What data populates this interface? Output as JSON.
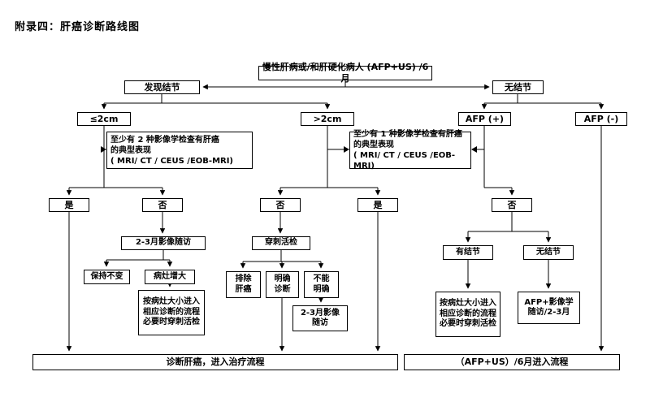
{
  "page": {
    "title": "附录四：肝癌诊断路线图"
  },
  "nodes": {
    "surveillance": "慢性肝病或/和肝硬化病人 (AFP+US) /6月",
    "nodule_found": "发现结节",
    "no_nodule": "无结节",
    "le_2cm": "≤2cm",
    "gt_2cm": ">2cm",
    "afp_positive": "AFP (+)",
    "afp_negative": "AFP (-)",
    "imaging_two": "至少有 2 种影像学检查有肝癌\n的典型表现\n( MRI/ CT / CEUS /EOB-MRI)",
    "imaging_one": "至少有 1 种影像学检查有肝癌\n的典型表现\n( MRI/ CT / CEUS /EOB-MRI)",
    "yes_le2cm": "是",
    "no_le2cm": "否",
    "no_gt2cm": "否",
    "yes_gt2cm": "是",
    "no_afp": "否",
    "imaging_followup_1": "2-3月影像随访",
    "unchanged": "保持不变",
    "enlarged": "病灶增大",
    "size_based_path_left": "按病灶大小进入\n相应诊断的流程\n必要时穿刺活检",
    "biopsy": "穿刺活检",
    "exclude_hcc": "排除\n肝癌",
    "confirmed_diagnosis": "明确\n诊断",
    "uncertain": "不能\n明确",
    "imaging_followup_2": "2-3月影像\n随访",
    "nodule_yes": "有结节",
    "nodule_no": "无结节",
    "size_based_path_right": "按病灶大小进入\n相应诊断的流程\n必要时穿刺活检",
    "afp_imaging_followup": "AFP+影像学\n随访/2-3月",
    "outcome_treatment": "诊断肝癌，进入治疗流程",
    "outcome_surveillance": "（AFP+US）/6月进入流程"
  }
}
